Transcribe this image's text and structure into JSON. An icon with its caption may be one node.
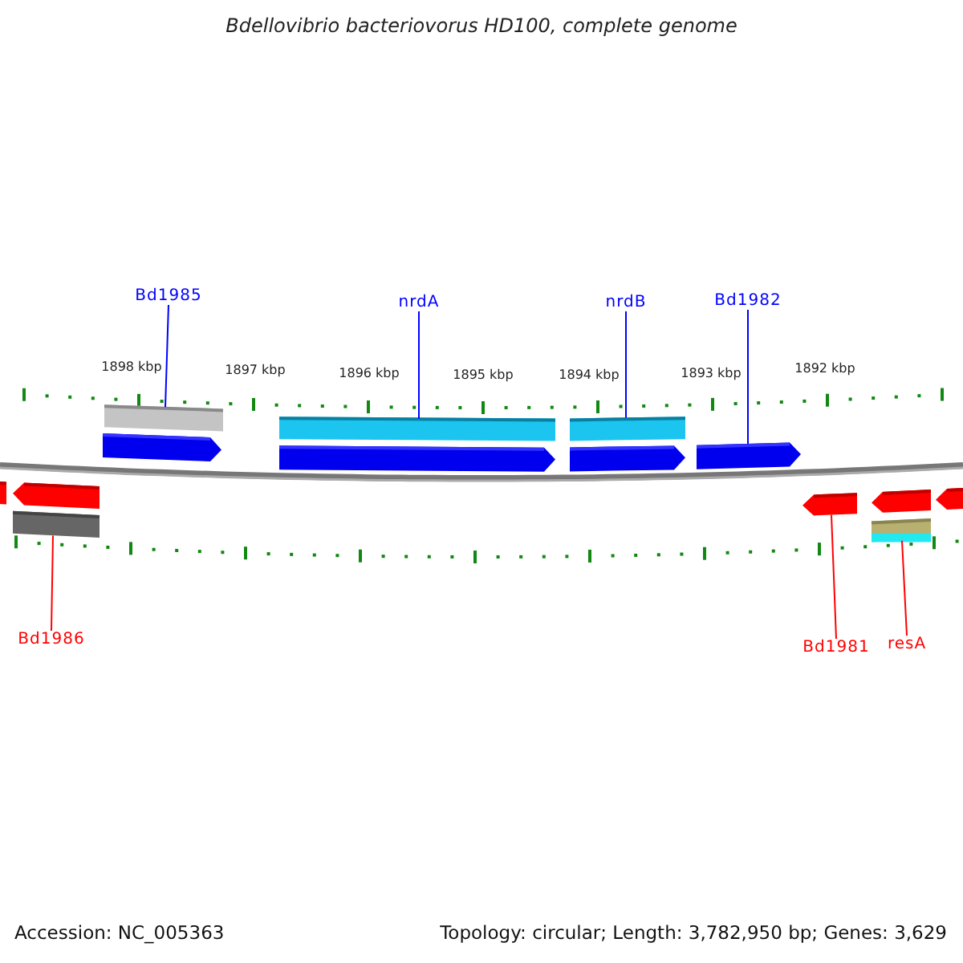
{
  "diagram": {
    "title": "Bdellovibrio bacteriovorus HD100, complete genome",
    "nodes": [
      {
        "text": [
          "Bd1985"
        ]
      },
      {
        "text": [
          "nrdA"
        ]
      },
      {
        "text": [
          "nrdB"
        ]
      },
      {
        "text": [
          "Bd1982"
        ]
      },
      {
        "text": [
          "Bd1986"
        ]
      },
      {
        "text": [
          "Bd1981"
        ]
      },
      {
        "text": [
          "resA"
        ]
      },
      {
        "text": [],
        "shape": "arrow"
      },
      {
        "text": [],
        "shape": "arrow"
      },
      {
        "text": [],
        "shape": "bar"
      },
      {
        "text": [],
        "shape": "bar"
      },
      {
        "text": [],
        "shape": "arrow"
      },
      {
        "text": [],
        "shape": "bar"
      },
      {
        "text": [],
        "shape": "arrow"
      },
      {
        "text": [],
        "shape": "bar"
      },
      {
        "text": [],
        "shape": "arrow"
      },
      {
        "text": [],
        "shape": "arrow"
      },
      {
        "text": [],
        "shape": "arrow"
      },
      {
        "text": [],
        "shape": "arrow"
      },
      {
        "text": [],
        "shape": "bar"
      },
      {
        "text": [],
        "shape": "arrow"
      }
    ],
    "edges": [
      {
        "from": 0,
        "to": 10,
        "arrow": "none",
        "color": "#0000ff"
      },
      {
        "from": 1,
        "to": 12,
        "arrow": "none",
        "color": "#0000ff"
      },
      {
        "from": 2,
        "to": 14,
        "arrow": "none",
        "color": "#0000ff"
      },
      {
        "from": 3,
        "to": 16,
        "arrow": "none",
        "color": "#0000ff"
      },
      {
        "from": 4,
        "to": 9,
        "arrow": "none",
        "color": "#ff0000"
      },
      {
        "from": 5,
        "to": 17,
        "arrow": "none",
        "color": "#ff0000"
      },
      {
        "from": 6,
        "to": 19,
        "arrow": "none",
        "color": "#ff0000"
      }
    ],
    "labels": [
      "1898 kbp",
      "1897 kbp",
      "1896 kbp",
      "1895 kbp",
      "1894 kbp",
      "1893 kbp",
      "1892 kbp",
      "Accession: NC_005363",
      "Topology: circular; Length: 3,782,950 bp; Genes: 3,629"
    ]
  }
}
